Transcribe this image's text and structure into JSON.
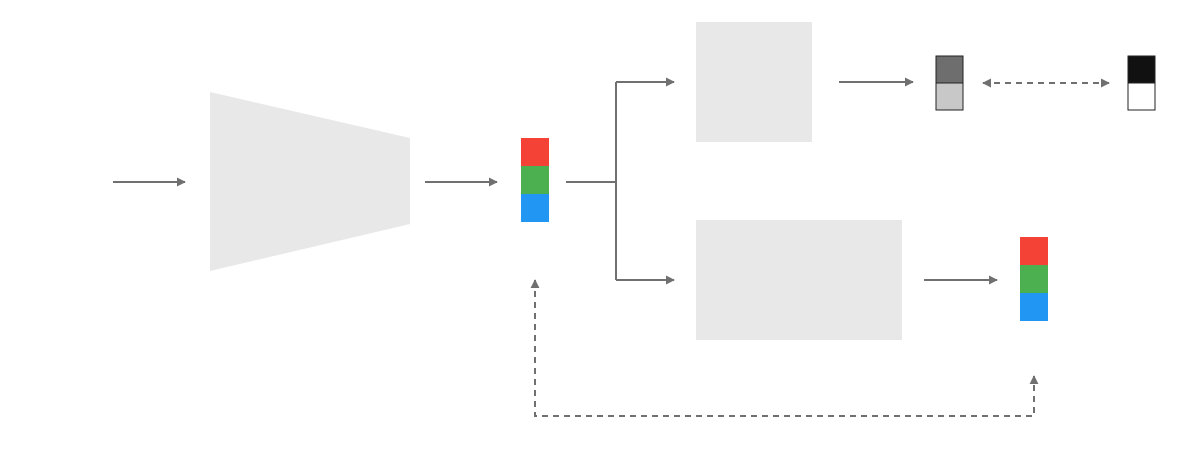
{
  "colors": {
    "background": "#ffffff",
    "block_fill": "#e8e8e8",
    "arrow": "#707070",
    "red": "#f44336",
    "green": "#4caf50",
    "blue": "#2196f3",
    "gray_dark": "#6e6e6e",
    "gray_light": "#c8c8c8",
    "black": "#111111",
    "white": "#ffffff",
    "outline": "#222222"
  },
  "diagram": {
    "encoder": {
      "shape": "trapezoid-narrowing-right"
    },
    "top_block": {
      "shape": "square"
    },
    "bottom_block": {
      "shape": "rectangle"
    },
    "embedding_vector_cells": [
      "red",
      "green",
      "blue"
    ],
    "reconstructed_vector_cells": [
      "red",
      "green",
      "blue"
    ],
    "predicted_binary_cells": [
      "gray_dark",
      "gray_light"
    ],
    "target_binary_cells": [
      "black",
      "white"
    ],
    "connections": [
      {
        "from": "input",
        "to": "encoder",
        "style": "solid"
      },
      {
        "from": "encoder",
        "to": "embedding-vector",
        "style": "solid"
      },
      {
        "from": "embedding-vector",
        "to": "top-block",
        "style": "solid"
      },
      {
        "from": "embedding-vector",
        "to": "bottom-block",
        "style": "solid"
      },
      {
        "from": "top-block",
        "to": "predicted-binary",
        "style": "solid"
      },
      {
        "from": "bottom-block",
        "to": "reconstructed-vector",
        "style": "solid"
      },
      {
        "from": "predicted-binary",
        "to": "target-binary",
        "style": "dashed-bidirectional"
      },
      {
        "from": "reconstructed-vector",
        "to": "embedding-vector",
        "style": "dashed-bidirectional"
      }
    ]
  }
}
